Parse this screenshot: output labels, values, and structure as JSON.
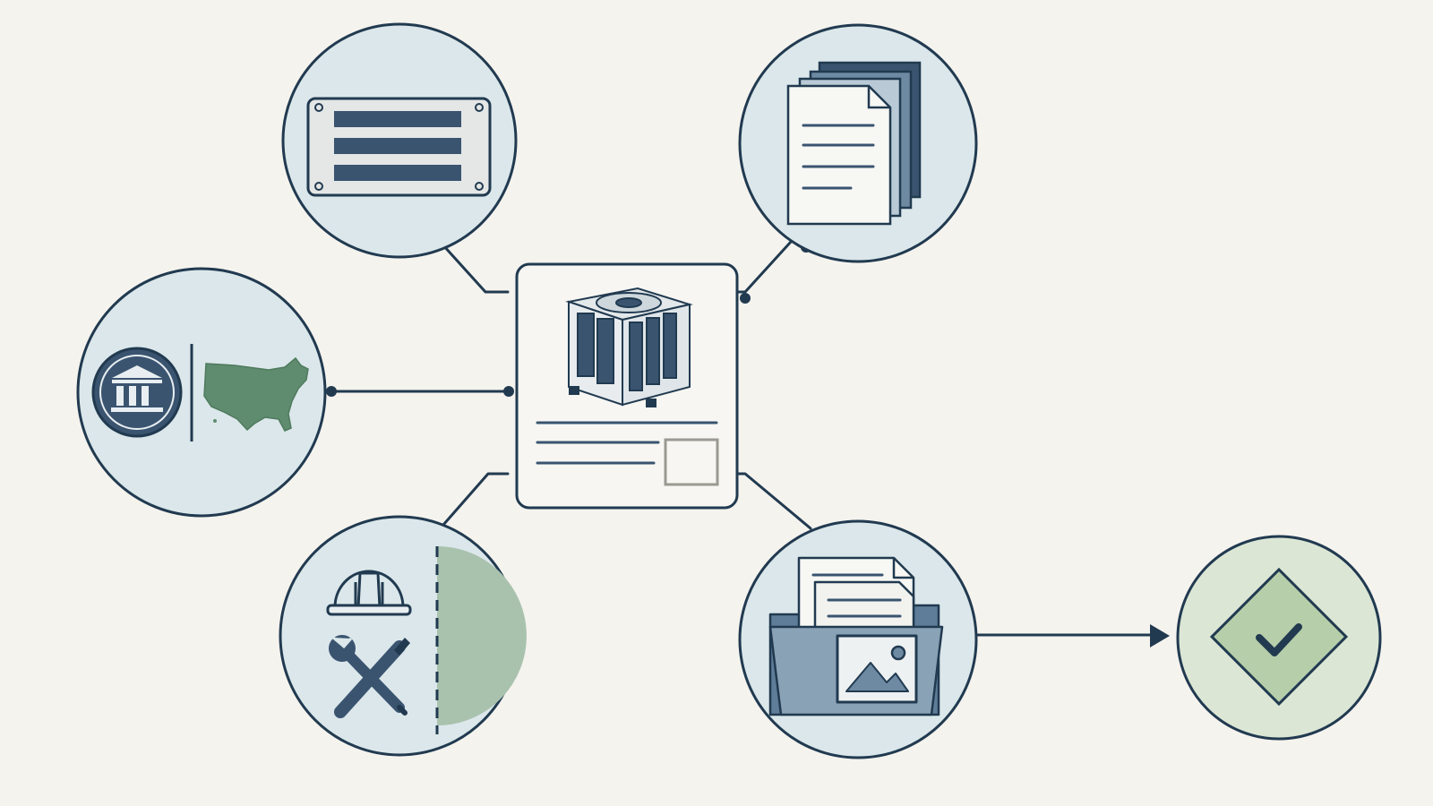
{
  "diagram": {
    "center_node": {
      "icon": "air-conditioner-condenser-icon",
      "label": ""
    },
    "nodes": [
      {
        "id": "nameplate",
        "icon": "nameplate-plate-icon",
        "label": ""
      },
      {
        "id": "documents",
        "icon": "document-stack-icon",
        "label": ""
      },
      {
        "id": "regulation",
        "icon": "government-building-and-us-map-icon",
        "label": ""
      },
      {
        "id": "installer",
        "icon": "hard-hat-and-tools-icon",
        "label": ""
      },
      {
        "id": "records",
        "icon": "folder-with-files-and-photo-icon",
        "label": ""
      },
      {
        "id": "approved",
        "icon": "checkmark-diamond-icon",
        "label": ""
      }
    ]
  },
  "colors": {
    "background": "#f5f3ee",
    "circle_fill": "#dbe7ea",
    "outline": "#213a50",
    "navy": "#3a5470",
    "sage": "#5f8c6e",
    "sage_light": "#a9c2ae",
    "green_circle": "#dbe6d5",
    "green_diamond": "#b6cea9"
  }
}
